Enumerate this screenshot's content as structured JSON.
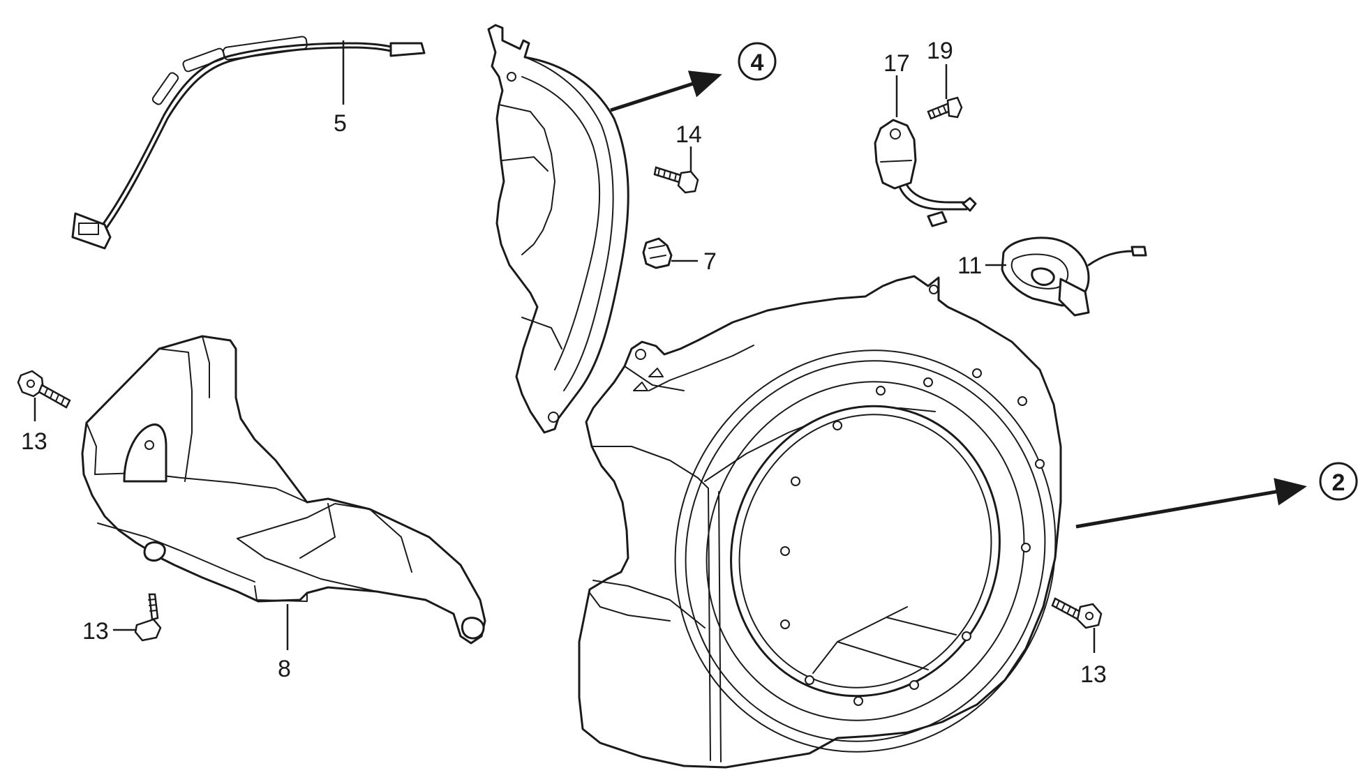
{
  "callouts": {
    "c5": "5",
    "c14": "14",
    "c7": "7",
    "c17": "17",
    "c19": "19",
    "c11": "11",
    "c13_top_left": "13",
    "c13_bottom_left": "13",
    "c8": "8",
    "c13_right": "13"
  },
  "references": {
    "r4": "4",
    "r2": "2"
  }
}
